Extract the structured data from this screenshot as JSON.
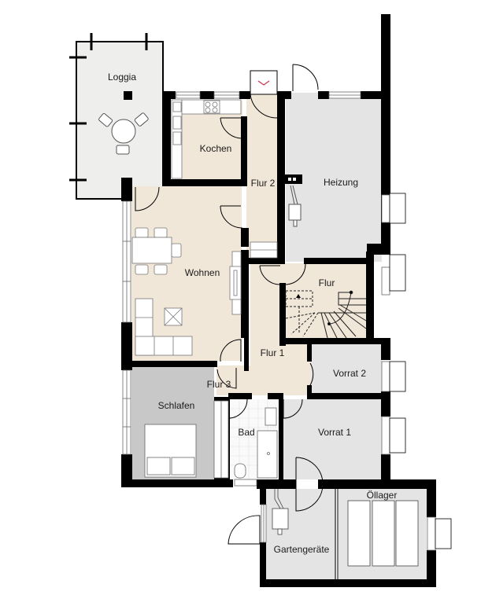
{
  "plan": {
    "type": "floor-plan",
    "colors": {
      "wall": "#000000",
      "wood_floor": "#f1e7d9",
      "grey_floor": "#e4e4e4",
      "bedroom_floor": "#c8c8c8",
      "loggia_floor": "#eeeeec",
      "tile_floor": "#fafafa",
      "entry_arrow": "#d0344a"
    },
    "rooms": [
      {
        "id": "loggia",
        "label": "Loggia"
      },
      {
        "id": "kochen",
        "label": "Kochen"
      },
      {
        "id": "flur2",
        "label": "Flur 2"
      },
      {
        "id": "heizung",
        "label": "Heizung"
      },
      {
        "id": "wohnen",
        "label": "Wohnen"
      },
      {
        "id": "flur",
        "label": "Flur"
      },
      {
        "id": "flur1",
        "label": "Flur 1"
      },
      {
        "id": "vorrat2",
        "label": "Vorrat 2"
      },
      {
        "id": "flur3",
        "label": "Flur 3"
      },
      {
        "id": "schlafen",
        "label": "Schlafen"
      },
      {
        "id": "bad",
        "label": "Bad"
      },
      {
        "id": "vorrat1",
        "label": "Vorrat 1"
      },
      {
        "id": "oellager",
        "label": "Öllager"
      },
      {
        "id": "gartengeraete",
        "label": "Gartengeräte"
      }
    ]
  }
}
